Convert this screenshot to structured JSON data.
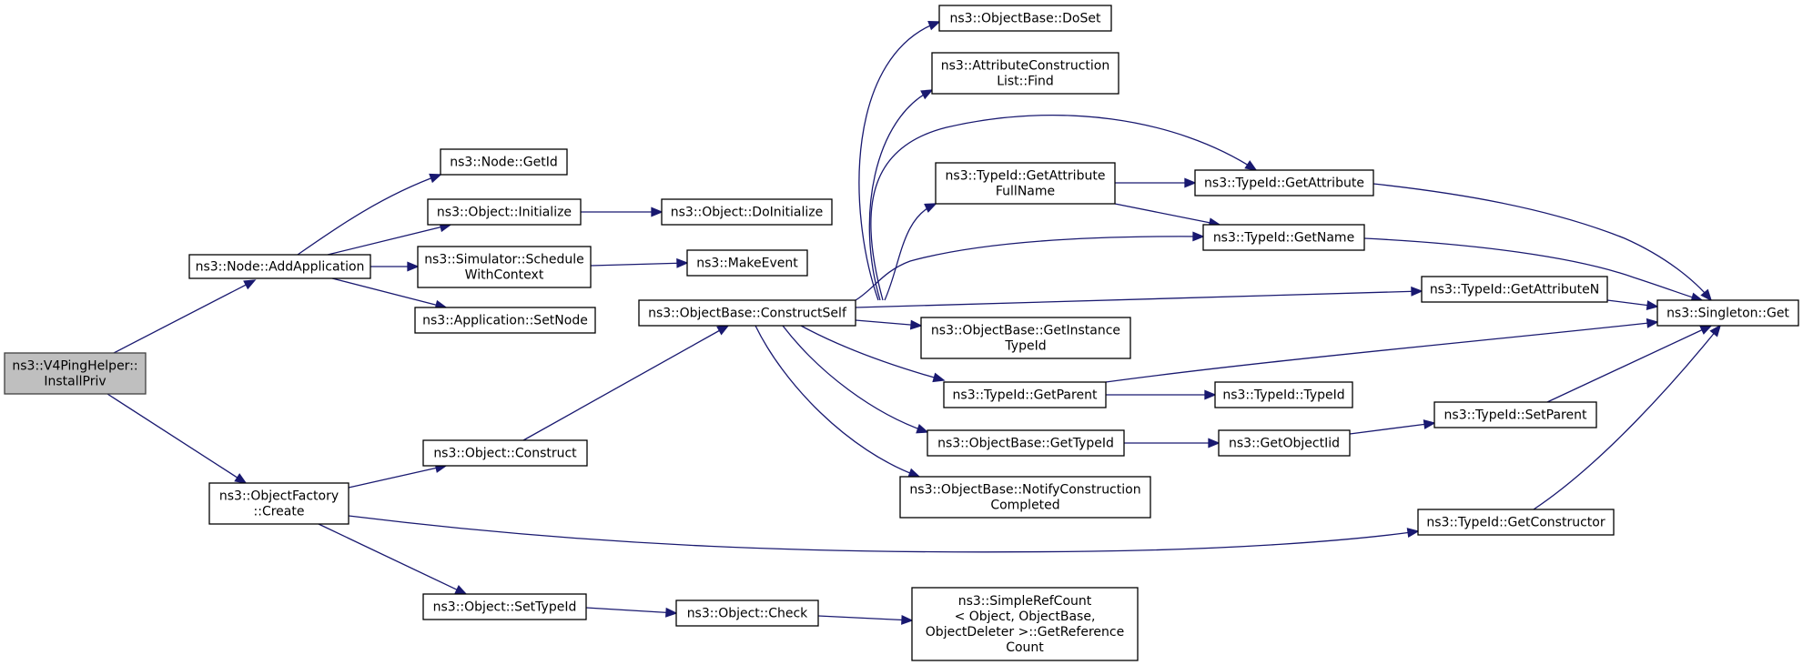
{
  "root_node": "ns3::V4PingHelper::InstallPriv",
  "nodes": [
    {
      "id": "install",
      "lines": [
        "ns3::V4PingHelper::",
        "InstallPriv"
      ],
      "root": true
    },
    {
      "id": "addapp",
      "lines": [
        "ns3::Node::AddApplication"
      ]
    },
    {
      "id": "getid",
      "lines": [
        "ns3::Node::GetId"
      ]
    },
    {
      "id": "initialize",
      "lines": [
        "ns3::Object::Initialize"
      ]
    },
    {
      "id": "doinit",
      "lines": [
        "ns3::Object::DoInitialize"
      ]
    },
    {
      "id": "schedule",
      "lines": [
        "ns3::Simulator::Schedule",
        "WithContext"
      ]
    },
    {
      "id": "makeevent",
      "lines": [
        "ns3::MakeEvent"
      ]
    },
    {
      "id": "setnode",
      "lines": [
        "ns3::Application::SetNode"
      ]
    },
    {
      "id": "ofcreate",
      "lines": [
        "ns3::ObjectFactory",
        "::Create"
      ]
    },
    {
      "id": "construct",
      "lines": [
        "ns3::Object::Construct"
      ]
    },
    {
      "id": "constructself",
      "lines": [
        "ns3::ObjectBase::ConstructSelf"
      ]
    },
    {
      "id": "doset",
      "lines": [
        "ns3::ObjectBase::DoSet"
      ]
    },
    {
      "id": "aclfind",
      "lines": [
        "ns3::AttributeConstruction",
        "List::Find"
      ]
    },
    {
      "id": "getattrfull",
      "lines": [
        "ns3::TypeId::GetAttribute",
        "FullName"
      ]
    },
    {
      "id": "getattr",
      "lines": [
        "ns3::TypeId::GetAttribute"
      ]
    },
    {
      "id": "getname",
      "lines": [
        "ns3::TypeId::GetName"
      ]
    },
    {
      "id": "getattrn",
      "lines": [
        "ns3::TypeId::GetAttributeN"
      ]
    },
    {
      "id": "singleton",
      "lines": [
        "ns3::Singleton::Get"
      ]
    },
    {
      "id": "getinst",
      "lines": [
        "ns3::ObjectBase::GetInstance",
        "TypeId"
      ]
    },
    {
      "id": "getparent",
      "lines": [
        "ns3::TypeId::GetParent"
      ]
    },
    {
      "id": "typeid",
      "lines": [
        "ns3::TypeId::TypeId"
      ]
    },
    {
      "id": "obgettypeid",
      "lines": [
        "ns3::ObjectBase::GetTypeId"
      ]
    },
    {
      "id": "getobjectiid",
      "lines": [
        "ns3::GetObjectIid"
      ]
    },
    {
      "id": "setparent",
      "lines": [
        "ns3::TypeId::SetParent"
      ]
    },
    {
      "id": "notify",
      "lines": [
        "ns3::ObjectBase::NotifyConstruction",
        "Completed"
      ]
    },
    {
      "id": "getconstructor",
      "lines": [
        "ns3::TypeId::GetConstructor"
      ]
    },
    {
      "id": "settypeid",
      "lines": [
        "ns3::Object::SetTypeId"
      ]
    },
    {
      "id": "check",
      "lines": [
        "ns3::Object::Check"
      ]
    },
    {
      "id": "simplerefcount",
      "lines": [
        "ns3::SimpleRefCount",
        "< Object, ObjectBase,",
        "ObjectDeleter >::GetReference",
        "Count"
      ]
    }
  ],
  "edges": [
    [
      "install",
      "addapp"
    ],
    [
      "install",
      "ofcreate"
    ],
    [
      "addapp",
      "getid"
    ],
    [
      "addapp",
      "initialize"
    ],
    [
      "addapp",
      "schedule"
    ],
    [
      "addapp",
      "setnode"
    ],
    [
      "initialize",
      "doinit"
    ],
    [
      "schedule",
      "makeevent"
    ],
    [
      "ofcreate",
      "construct"
    ],
    [
      "ofcreate",
      "getconstructor"
    ],
    [
      "ofcreate",
      "settypeid"
    ],
    [
      "construct",
      "constructself"
    ],
    [
      "constructself",
      "doset"
    ],
    [
      "constructself",
      "aclfind"
    ],
    [
      "constructself",
      "getattr"
    ],
    [
      "constructself",
      "getattrfull"
    ],
    [
      "constructself",
      "getname"
    ],
    [
      "constructself",
      "getattrn"
    ],
    [
      "constructself",
      "getinst"
    ],
    [
      "constructself",
      "getparent"
    ],
    [
      "constructself",
      "obgettypeid"
    ],
    [
      "constructself",
      "notify"
    ],
    [
      "getattrfull",
      "getattr"
    ],
    [
      "getattrfull",
      "getname"
    ],
    [
      "getattr",
      "singleton"
    ],
    [
      "getname",
      "singleton"
    ],
    [
      "getattrn",
      "singleton"
    ],
    [
      "getparent",
      "singleton"
    ],
    [
      "getparent",
      "typeid"
    ],
    [
      "obgettypeid",
      "getobjectiid"
    ],
    [
      "getobjectiid",
      "setparent"
    ],
    [
      "setparent",
      "singleton"
    ],
    [
      "getconstructor",
      "singleton"
    ],
    [
      "settypeid",
      "check"
    ],
    [
      "check",
      "simplerefcount"
    ]
  ],
  "colors": {
    "edge": "#191970",
    "node_border": "#000000",
    "root_fill": "#bfbfbf",
    "node_fill": "#ffffff"
  }
}
